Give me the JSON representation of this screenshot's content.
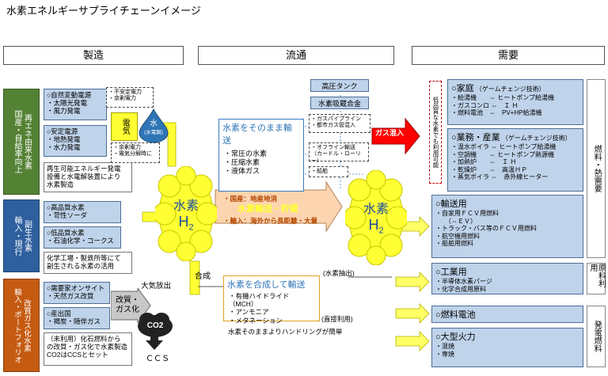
{
  "title": "水素エネルギーサプライチェーンイメージ",
  "headers": {
    "production": "製造",
    "distribution": "流通",
    "demand": "需要"
  },
  "left_labels": {
    "renewable": "再エネ由来水素",
    "renewable_sub": "国産・自給率向上",
    "byproduct": "副生水素",
    "byproduct_sub": "輸入・現行",
    "fossil": "改質ガス化水素",
    "fossil_sub": "輸入・ポートフォリオ"
  },
  "production": {
    "renew_box1": "○自然変動電源\n・太陽光発電\n・風力発電",
    "renew_box2": "○安定電源\n・地熱発電\n・水力発電",
    "renew_note": "再生可能エネルギー発電\n設備と水電解装置により\n水素製造",
    "unstable_power": "・不安定電力\n・余剰電力",
    "surplus_power": "・余剰電力\n・電気分解時に",
    "electricity": "電気",
    "water": "水",
    "electrolysis": "(水電解)",
    "by_box1": "○高品質水素\n・苛性ソーダ",
    "by_box2": "○低品質水素\n・石油化学・コークス",
    "by_note": "化学工場・製鉄所等にて\n副生される水素の活用",
    "fossil_box1": "○需要家オンサイト\n・天然ガス改質",
    "fossil_box2": "○産出国\n・褐炭・随伴ガス",
    "fossil_note": "（未利用）化石燃料から\nの改質・ガス化で水素製造\nCO2はCCSとセット",
    "reform": "改質・\nガス化",
    "atm_release": "大気放出",
    "co2": "CO2",
    "ccs": "ＣＣＳ",
    "synthesis": "合成"
  },
  "hydrogen": {
    "word": "水素",
    "formula": "H",
    "sub": "2"
  },
  "distribution": {
    "tank": "高圧タンク",
    "alloy": "水素吸蔵合金",
    "direct_title": "水素をそのまま輸送",
    "direct_items": "・常圧の水素\n・圧縮水素\n・液体ガス",
    "pipeline": "・ガスパイプライン\n・都市ガス管混入",
    "offline": "・オフライン輸送\n（カードル・ローリー）",
    "ship": "・船舶",
    "domestic": "・国産：地産地消",
    "highlight": "水素輸送・貯蔵",
    "import": "・輸入：海外から長距離・大量",
    "synth_title": "水素を合成して輸送",
    "synth_items": "・有機ハイドライド（MCH）\n・アンモニア\n・メタネーション",
    "extract": "(水素抽出)",
    "direct_use": "(直接利用)",
    "handling": "水素そのままよりハンドリングが簡単",
    "gas_mix": "ガス混入"
  },
  "demand": {
    "low_quality": "低品質な水素でも利用可能",
    "home_title": "○家庭",
    "home_sub": "（ゲームチェンジ技術）",
    "home_items": "・給湯機　　⇔ ヒートポンプ給湯機\n・ガスコンロ ⇔　Ｉ Ｈ\n・燃料電池　⇔　PV+HP給湯機",
    "biz_title": "○業務・産業",
    "biz_sub": "（ゲームチェンジ技術）",
    "biz_items": "・温水ボイラ ⇔ ヒートポンプ給湯機\n・空調機　　⇔ ヒートポンプ熱源機\n・加熱炉　　⇔　Ｉ Ｈ\n・乾燥炉　　⇔　高温ＨＰ\n・蒸気ボイラ ⇔　赤外線ヒーター",
    "transport_title": "○輸送用",
    "transport_items": "・自家用ＦＣＶ用燃料\n　　（⇔ＥＶ）\n・トラック・バス等のＦＣＶ用燃料\n・航空機用燃料\n・船舶用燃料",
    "industry_title": "○工業用",
    "industry_items": "・半導体水素パージ\n・化学合成用原料",
    "fc_title": "○燃料電池",
    "thermal_title": "○大型火力",
    "thermal_items": "・混焼\n・専焼",
    "side_fuel": "燃料・熱需要",
    "side_raw": "原料利用",
    "side_power": "発電燃料"
  },
  "colors": {
    "green": "#548235",
    "blue_label": "#2e5f9e",
    "orange_label": "#c55a11",
    "yellow": "#ffff33",
    "box_blue": "#bfd3ea",
    "red": "#ff0000"
  }
}
